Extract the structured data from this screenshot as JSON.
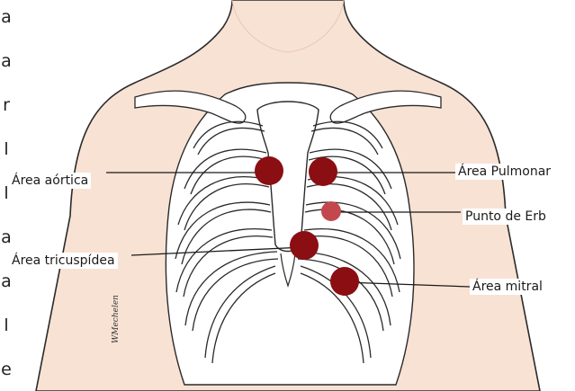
{
  "side_text": [
    "a",
    "a",
    "r",
    "l",
    "l",
    "a",
    "a",
    "l",
    "e"
  ],
  "labels": {
    "aortic": "Área aórtica",
    "pulmonary": "Área Pulmonar",
    "erb": "Punto de Erb",
    "tricuspid": "Área tricuspídea",
    "mitral": "Área mitral"
  },
  "artist_signature": "WMechelen",
  "colors": {
    "skin": "#f8e2d4",
    "outline": "#2a2a2a",
    "area_marker": "#8b0e12",
    "erb_marker": "#c2484d"
  }
}
